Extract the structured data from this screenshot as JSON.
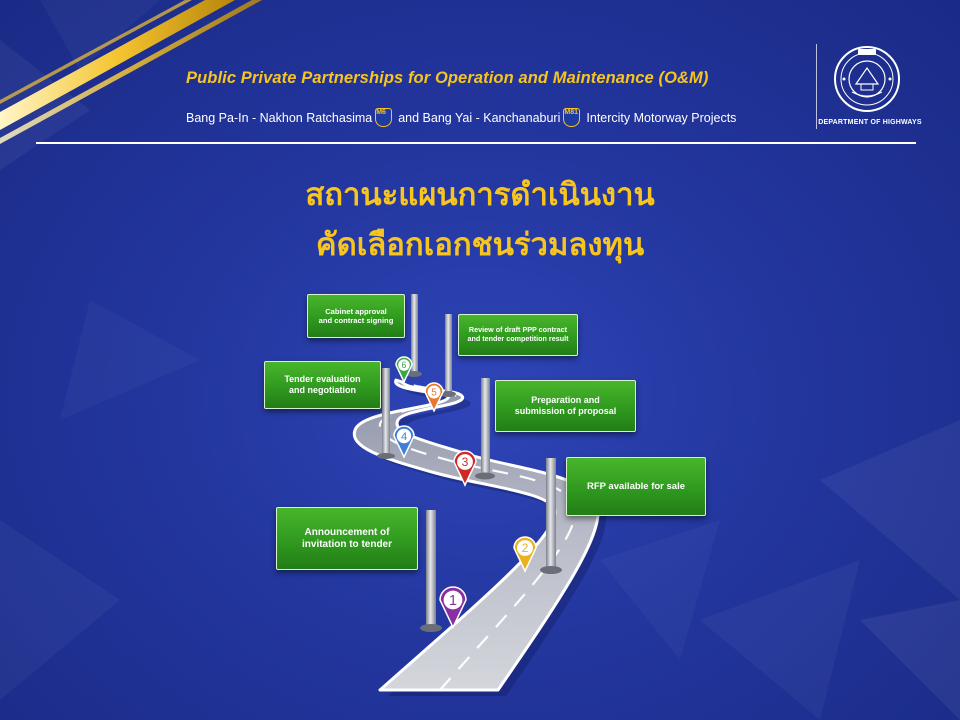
{
  "header": {
    "title": "Public Private Partnerships for Operation and Maintenance (O&M)",
    "subtitle_part1": "Bang Pa-In - Nakhon Ratchasima",
    "route_badge_1": "M6",
    "subtitle_part2": "and Bang Yai - Kanchanaburi",
    "route_badge_2": "M81",
    "subtitle_part3": "Intercity Motorway Projects",
    "department": "DEPARTMENT OF HIGHWAYS"
  },
  "title": {
    "line1": "สถานะแผนการดำเนินงาน",
    "line2": "คัดเลือกเอกชนร่วมลงทุน"
  },
  "steps": [
    {
      "number": "1",
      "label_line1": "Announcement of",
      "label_line2": "invitation to tender",
      "marker_color": "#8a2fa0"
    },
    {
      "number": "2",
      "label_line1": "RFP available for sale",
      "label_line2": "",
      "marker_color": "#e9b320"
    },
    {
      "number": "3",
      "label_line1": "Preparation and",
      "label_line2": "submission of proposal",
      "marker_color": "#cc2a25"
    },
    {
      "number": "4",
      "label_line1": "Tender evaluation",
      "label_line2": "and negotiation",
      "marker_color": "#3d7fd6"
    },
    {
      "number": "5",
      "label_line1": "Review of draft PPP contract",
      "label_line2": "and tender competition result",
      "marker_color": "#e8792a"
    },
    {
      "number": "6",
      "label_line1": "Cabinet approval",
      "label_line2": "and contract signing",
      "marker_color": "#3aa54a"
    }
  ],
  "colors": {
    "accent": "#f7c51e",
    "background": "#23369e",
    "sign_green": "#2f9a1f"
  }
}
